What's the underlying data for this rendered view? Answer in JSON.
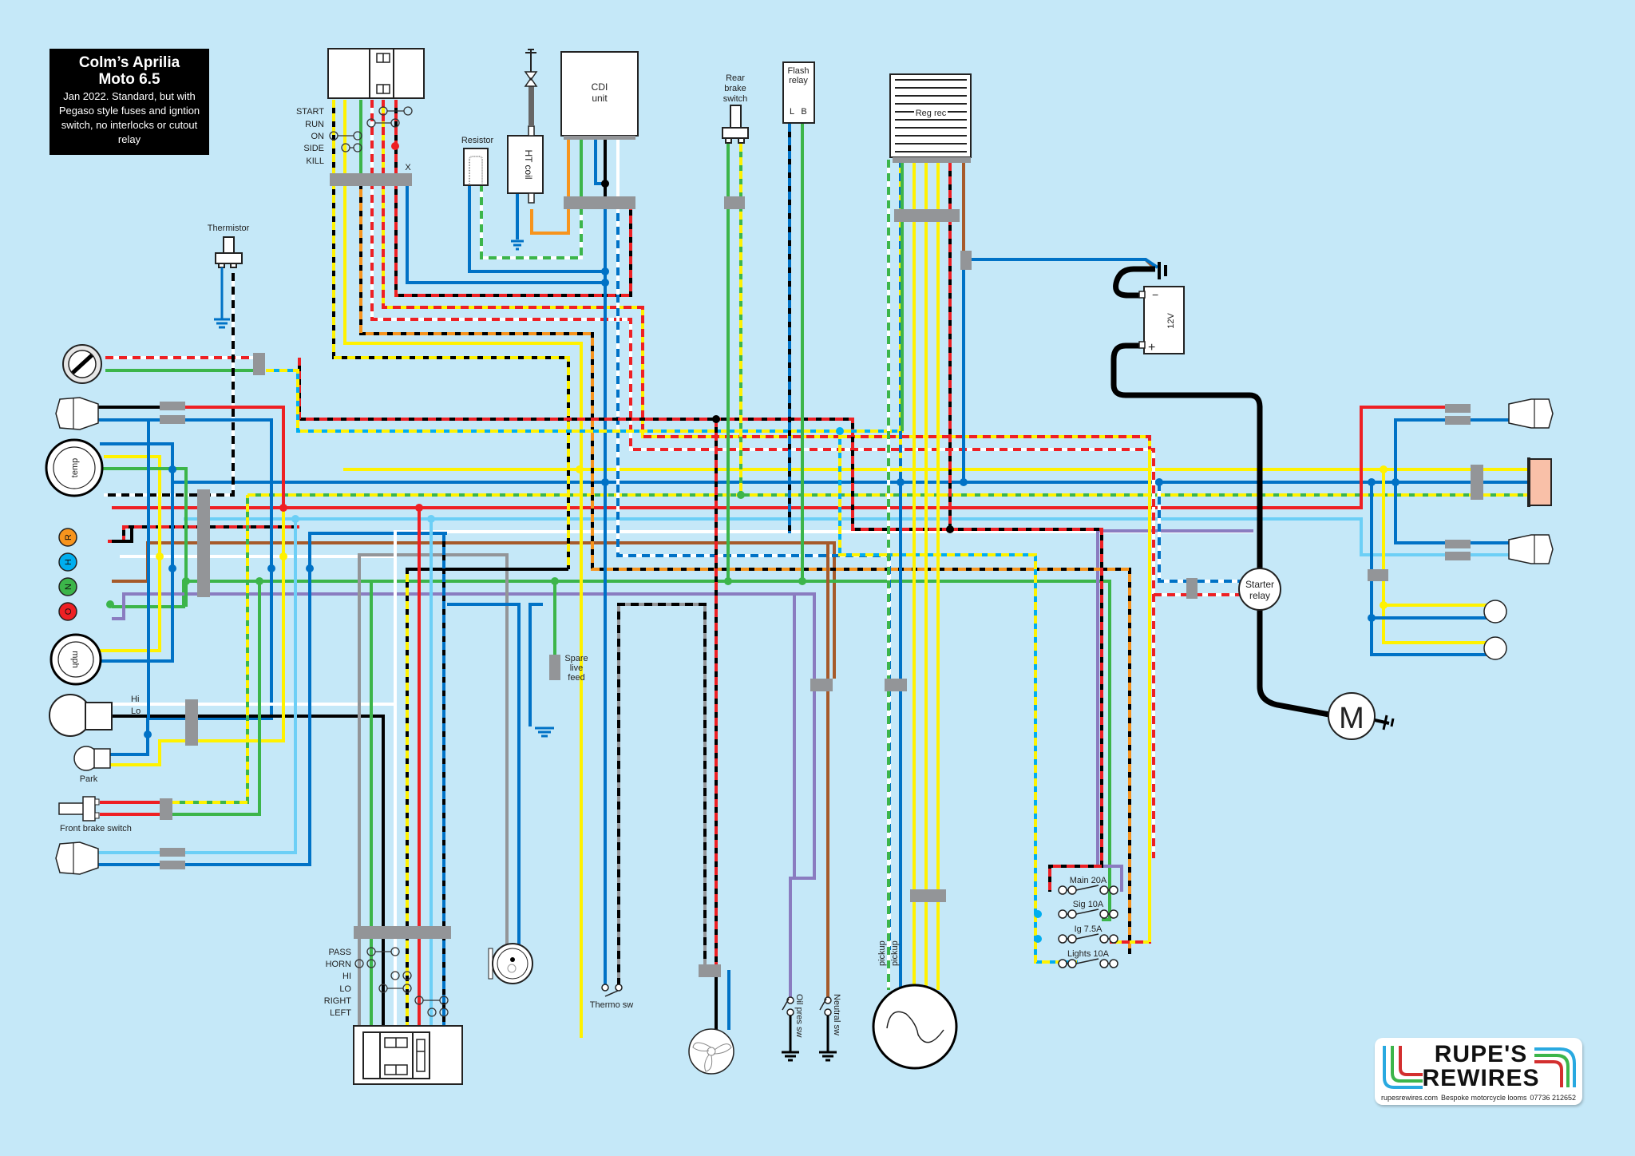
{
  "title": {
    "heading": "Colm’s Aprilia Moto 6.5",
    "heading_line1": "Colm’s Aprilia",
    "heading_line2": "Moto 6.5",
    "description": "Jan 2022. Standard, but with Pegaso style fuses and igntion switch, no interlocks or cutout relay"
  },
  "colors": {
    "background": "#c5e8f8",
    "red": "#ee2024",
    "blue": "#0072c6",
    "light_blue": "#6ccff6",
    "sky": "#00aeef",
    "yellow": "#fff200",
    "green": "#3cb54a",
    "black": "#000000",
    "white": "#ffffff",
    "brown": "#a65a2a",
    "orange": "#f7941d",
    "purple": "#8a7cc0",
    "grey": "#939598",
    "connector": "#939598"
  },
  "ignition_switch": {
    "positions": [
      "START",
      "RUN",
      "ON",
      "SIDE",
      "KILL"
    ],
    "marker": "X"
  },
  "components": {
    "resistor": "Resistor",
    "ht_coil": "HT coil",
    "cdi": "CDI unit",
    "cdi_line1": "CDI",
    "cdi_line2": "unit",
    "rear_brake_switch": "Rear brake switch",
    "rear_brake_line1": "Rear",
    "rear_brake_line2": "brake",
    "rear_brake_line3": "switch",
    "flash_relay": "Flash relay",
    "flash_relay_line1": "Flash",
    "flash_relay_line2": "relay",
    "flash_relay_terminal_l": "L",
    "flash_relay_terminal_b": "B",
    "reg_rec": "Reg rec",
    "thermistor": "Thermistor",
    "battery": "12V",
    "battery_neg": "−",
    "battery_pos": "+",
    "starter_relay_line1": "Starter",
    "starter_relay_line2": "relay",
    "starter_motor": "M",
    "temp_gauge": "temp",
    "speedo": "mph",
    "headlight_hi": "Hi",
    "headlight_lo": "Lo",
    "park": "Park",
    "front_brake_switch": "Front brake switch",
    "spare_feed_line1": "Spare",
    "spare_feed_line2": "live",
    "spare_feed_line3": "feed",
    "thermo_sw": "Thermo sw",
    "oil_pres_sw": "Oil pres sw",
    "neutral_sw": "Neutral sw",
    "pickup_1": "pickup",
    "pickup_2": "pickup"
  },
  "warning_lights": [
    {
      "letter": "R",
      "color": "#f7941d"
    },
    {
      "letter": "H",
      "color": "#00aeef"
    },
    {
      "letter": "N",
      "color": "#3cb54a"
    },
    {
      "letter": "O",
      "color": "#ee2024"
    }
  ],
  "handlebar_switch": {
    "positions": [
      "PASS",
      "HORN",
      "HI",
      "LO",
      "RIGHT",
      "LEFT"
    ]
  },
  "fuses": [
    {
      "label": "Main 20A"
    },
    {
      "label": "Sig 10A"
    },
    {
      "label": "Ig 7.5A"
    },
    {
      "label": "Lights 10A"
    }
  ],
  "logo": {
    "line1": "RUPE'S",
    "line2": "REWIRES",
    "website": "rupesrewires.com",
    "tagline": "Bespoke motorcycle looms",
    "phone": "07736 212652"
  }
}
